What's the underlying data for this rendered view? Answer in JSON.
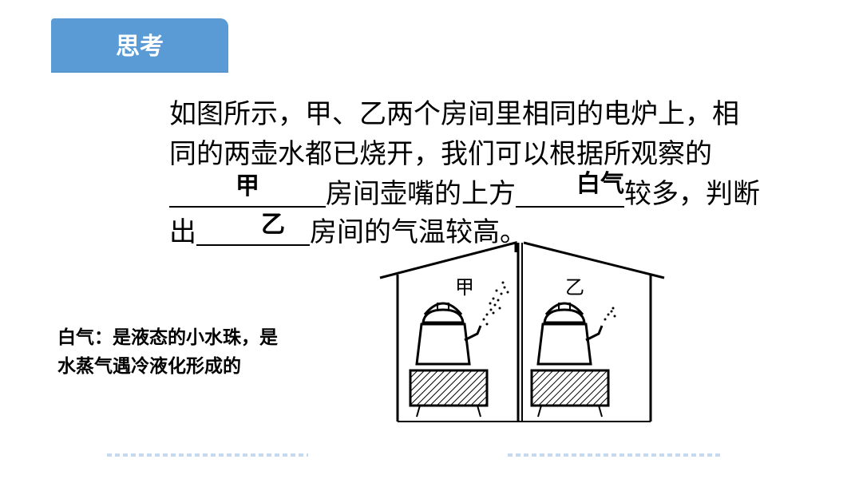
{
  "header": {
    "tab_label": "思考"
  },
  "question": {
    "line1": "如图所示，甲、乙两个房间里相同的电炉上，相",
    "line2": "同的两壶水都已烧开，我们可以根据所观察的",
    "line3_mid": "房间壶嘴的上方",
    "line3_end": "较多，判断",
    "line4_start": "出",
    "line4_end": "房间的气温较高。"
  },
  "answers": {
    "blank1": "甲",
    "blank2": "白气",
    "blank3": "乙"
  },
  "note": {
    "line1": "白气：是液态的小水珠，是",
    "line2": "水蒸气遇冷液化形成的"
  },
  "figure": {
    "room_left_label": "甲",
    "room_right_label": "乙"
  }
}
